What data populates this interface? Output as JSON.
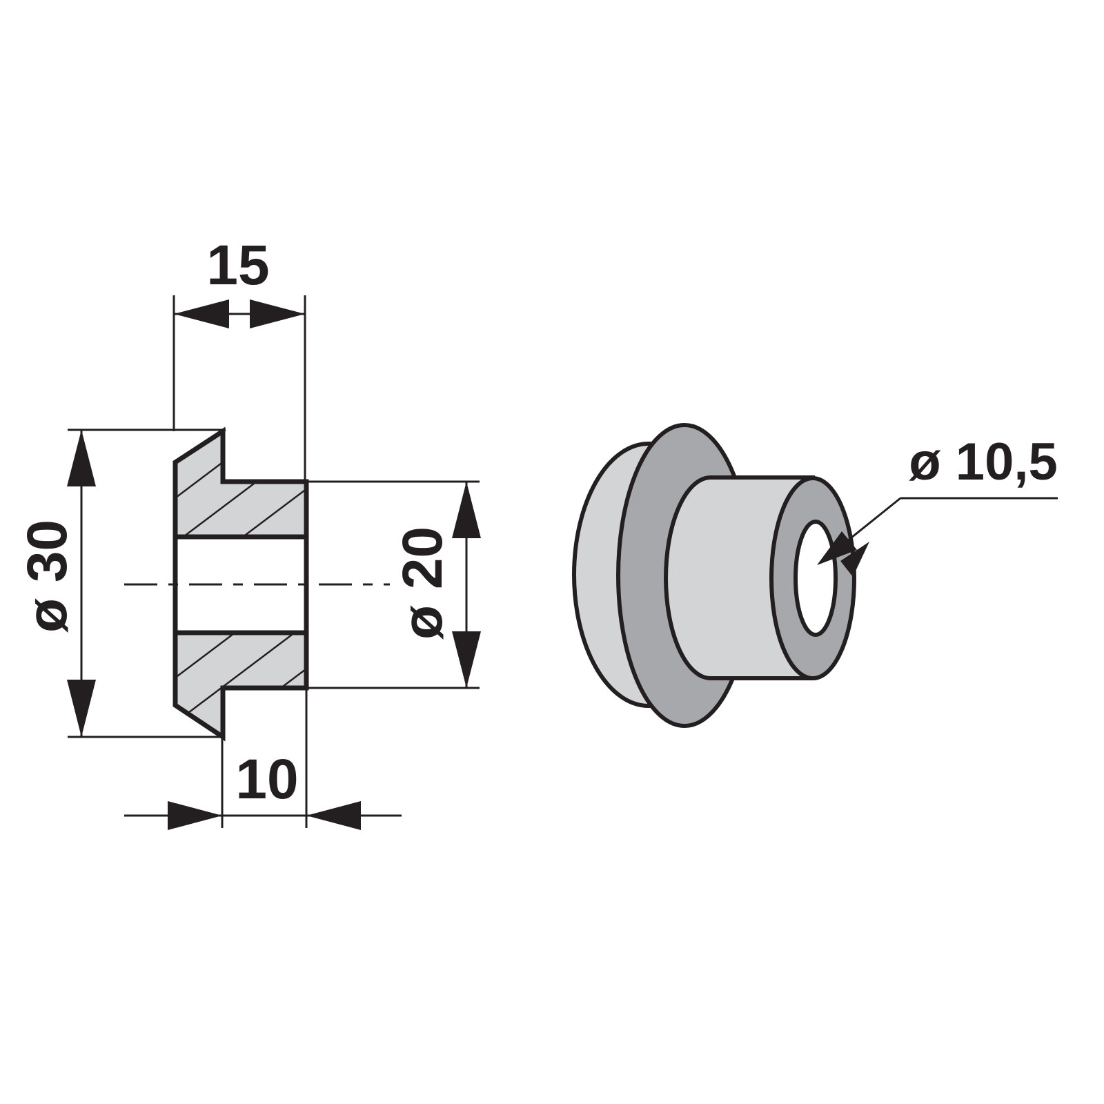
{
  "labels": {
    "length_total": "15",
    "length_shank": "10",
    "diameter_flange": "ø 30",
    "diameter_shank": "ø 20",
    "diameter_bore": "ø 10,5"
  },
  "colors": {
    "line": "#231f20",
    "section_fill": "#d3d4d6",
    "dark_fill": "#a7a8ab"
  }
}
